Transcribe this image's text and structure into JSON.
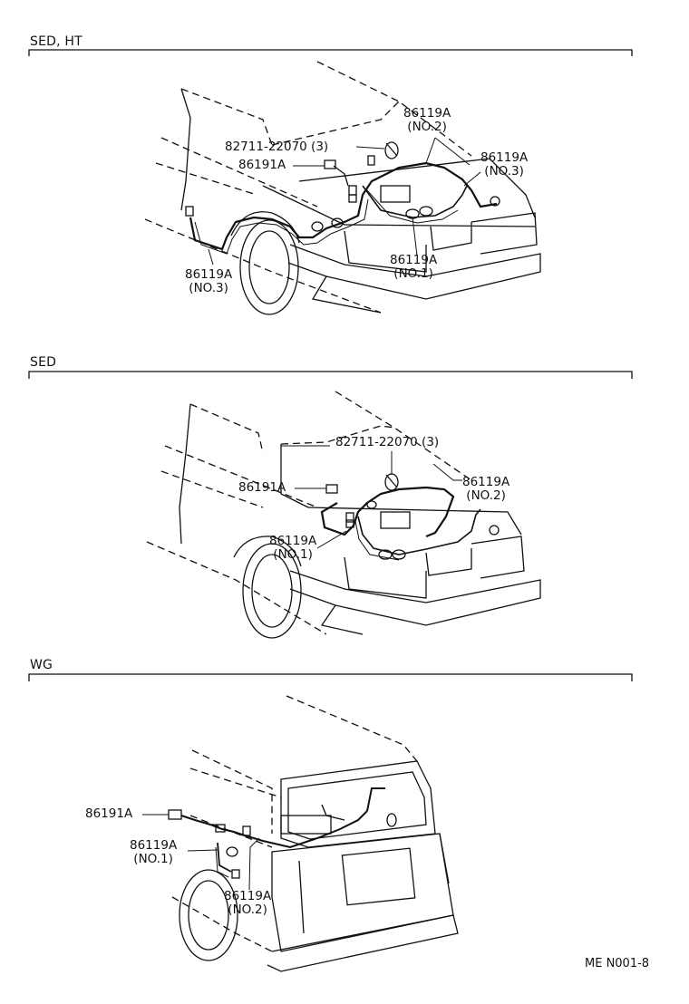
{
  "sections": [
    {
      "label": "SED, HT",
      "callouts": [
        {
          "line1": "86119A",
          "line2": "(NO.2)"
        },
        {
          "line1": "82711-22070 (3)"
        },
        {
          "line1": "86191A"
        },
        {
          "line1": "86119A",
          "line2": "(NO.3)"
        },
        {
          "line1": "86119A",
          "line2": "(NO.1)"
        },
        {
          "line1": "86119A",
          "line2": "(NO.3)"
        }
      ]
    },
    {
      "label": "SED",
      "callouts": [
        {
          "line1": "82711-22070 (3)"
        },
        {
          "line1": "86191A"
        },
        {
          "line1": "86119A",
          "line2": "(NO.2)"
        },
        {
          "line1": "86119A",
          "line2": "(NO.1)"
        }
      ]
    },
    {
      "label": "WG",
      "callouts": [
        {
          "line1": "86191A"
        },
        {
          "line1": "86119A",
          "line2": "(NO.1)"
        },
        {
          "line1": "86119A",
          "line2": "(NO.2)"
        }
      ]
    }
  ],
  "footer": {
    "code": "ME  N001-8"
  },
  "colors": {
    "ink": "#111111",
    "paper": "#ffffff"
  }
}
